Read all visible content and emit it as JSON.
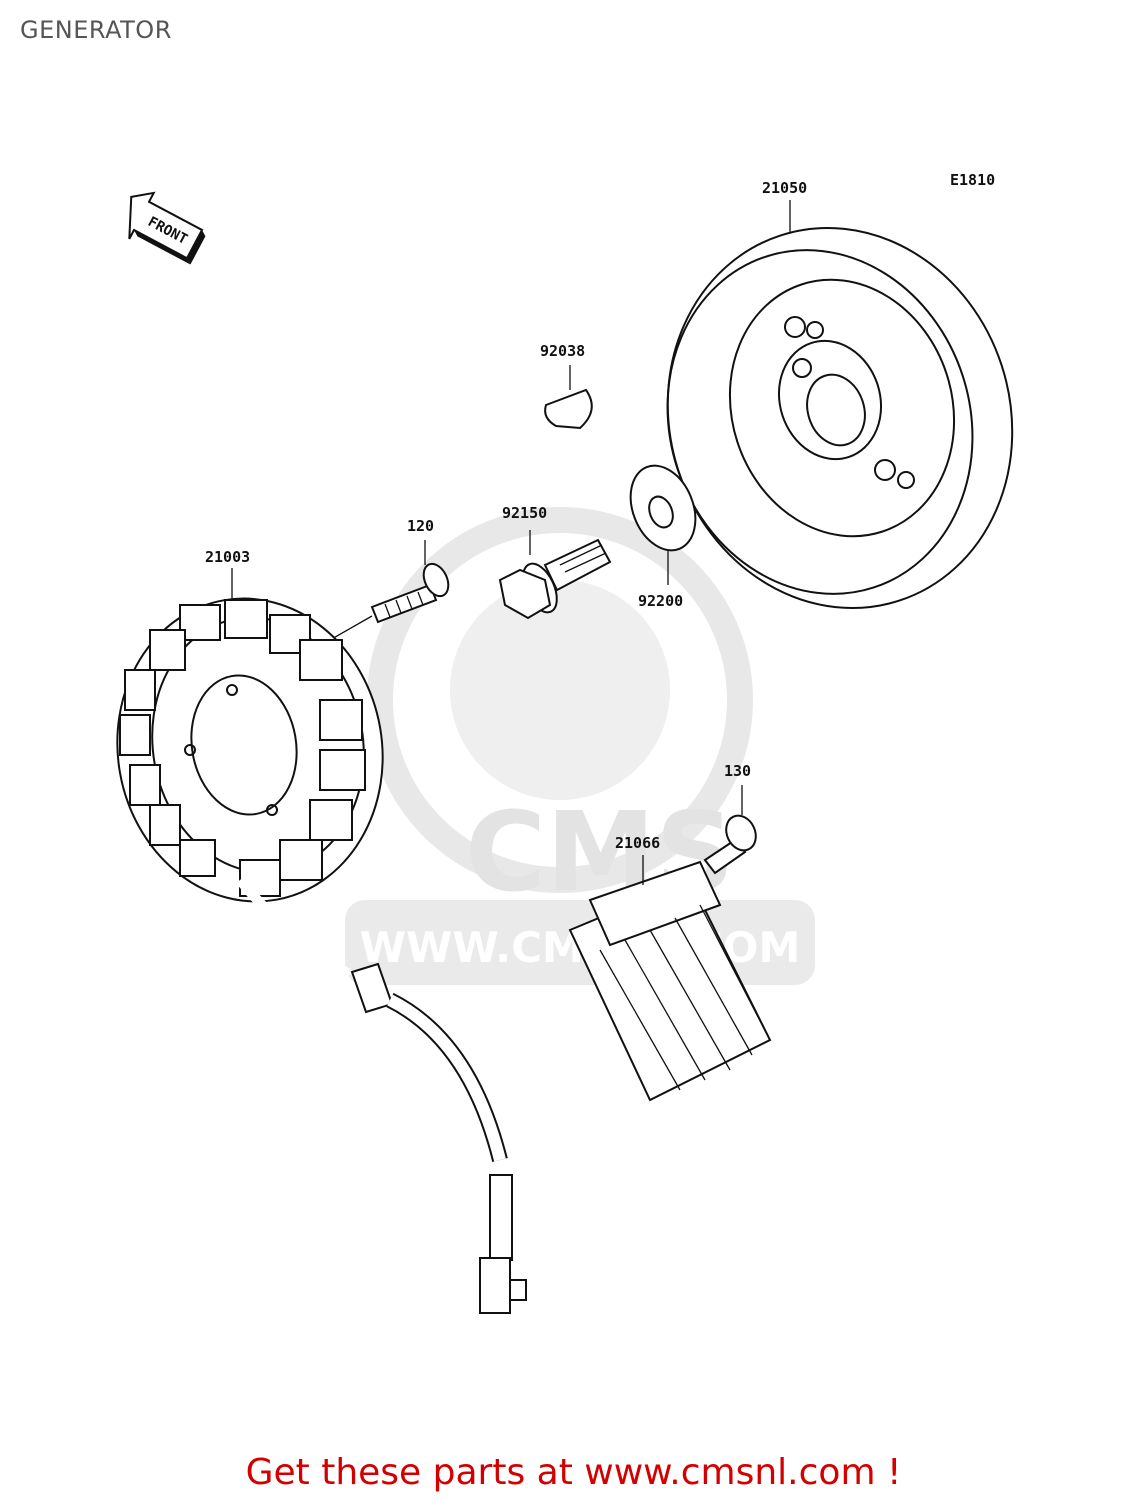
{
  "page": {
    "title": "GENERATOR",
    "cta_text": "Get these parts at www.cmsnl.com !"
  },
  "diagram": {
    "reference_code": "E1810",
    "front_indicator": "FRONT",
    "watermark": {
      "brand": "CMS",
      "url": "WWW.CMSNL.COM"
    },
    "parts": [
      {
        "number": "21050",
        "part": "flywheel-rotor"
      },
      {
        "number": "92038",
        "part": "woodruff-key"
      },
      {
        "number": "92150",
        "part": "bolt"
      },
      {
        "number": "92200",
        "part": "washer"
      },
      {
        "number": "120",
        "part": "screw"
      },
      {
        "number": "21003",
        "part": "stator"
      },
      {
        "number": "130",
        "part": "bolt"
      },
      {
        "number": "21066",
        "part": "regulator"
      }
    ]
  },
  "colors": {
    "title": "#555555",
    "cta": "#d40000",
    "watermark": "#e6e6e6",
    "line": "#111111"
  }
}
